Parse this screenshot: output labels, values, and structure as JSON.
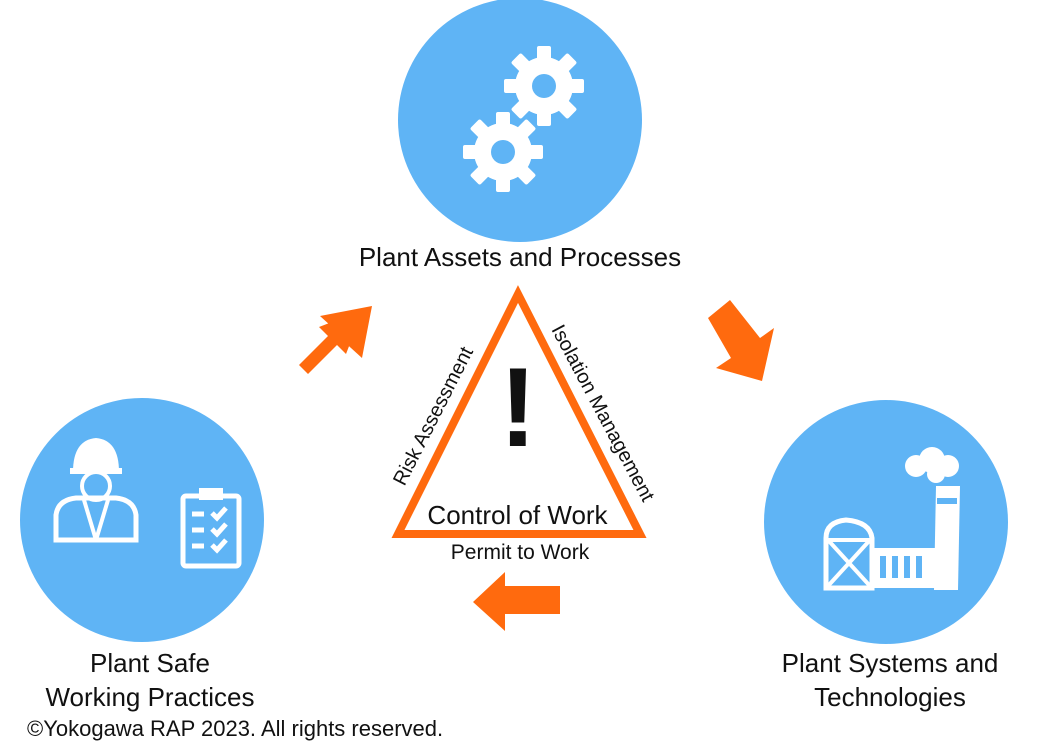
{
  "nodes": {
    "top": {
      "label": "Plant Assets and Processes",
      "icon": "gears-icon"
    },
    "left": {
      "line1": "Plant Safe",
      "line2": "Working Practices",
      "icon": "worker-checklist-icon"
    },
    "right": {
      "line1": "Plant Systems and",
      "line2": "Technologies",
      "icon": "factory-icon"
    }
  },
  "center": {
    "title": "Control of Work",
    "left_side": "Risk Assessment",
    "right_side": "Isolation Management",
    "bottom": "Permit to Work",
    "symbol": "!"
  },
  "footer": {
    "copyright": "©Yokogawa RAP 2023. All rights reserved."
  },
  "colors": {
    "circle": "#5fb4f5",
    "arrow": "#ff6a0e",
    "triangle": "#ff6a0e",
    "icon": "#ffffff"
  }
}
